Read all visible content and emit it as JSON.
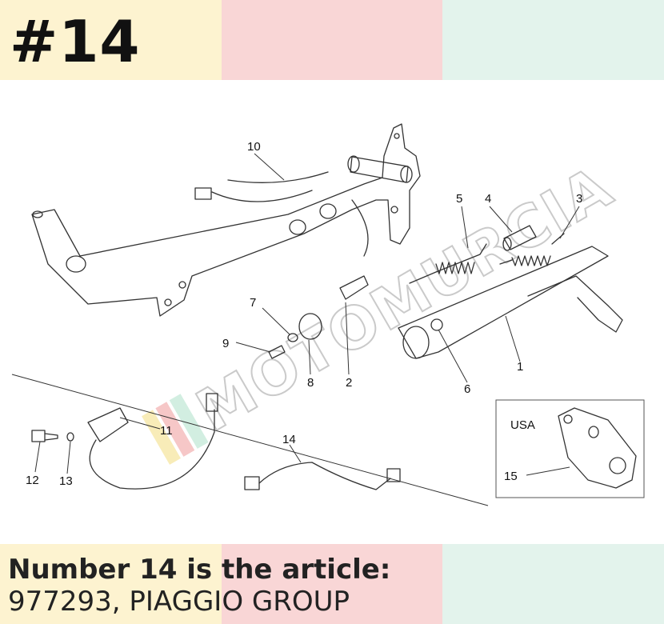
{
  "header": {
    "number_label": "#14",
    "colors": [
      "#fdf3d0",
      "#f9d6d6",
      "#e3f3ec"
    ]
  },
  "diagram": {
    "part_labels": [
      "1",
      "2",
      "3",
      "4",
      "5",
      "6",
      "7",
      "8",
      "9",
      "10",
      "11",
      "12",
      "13",
      "14",
      "15"
    ],
    "inset_label": "USA",
    "watermark": "MOTOMURCIA"
  },
  "footer": {
    "line1": "Number 14 is the article:",
    "line2": "977293, PIAGGIO GROUP"
  }
}
